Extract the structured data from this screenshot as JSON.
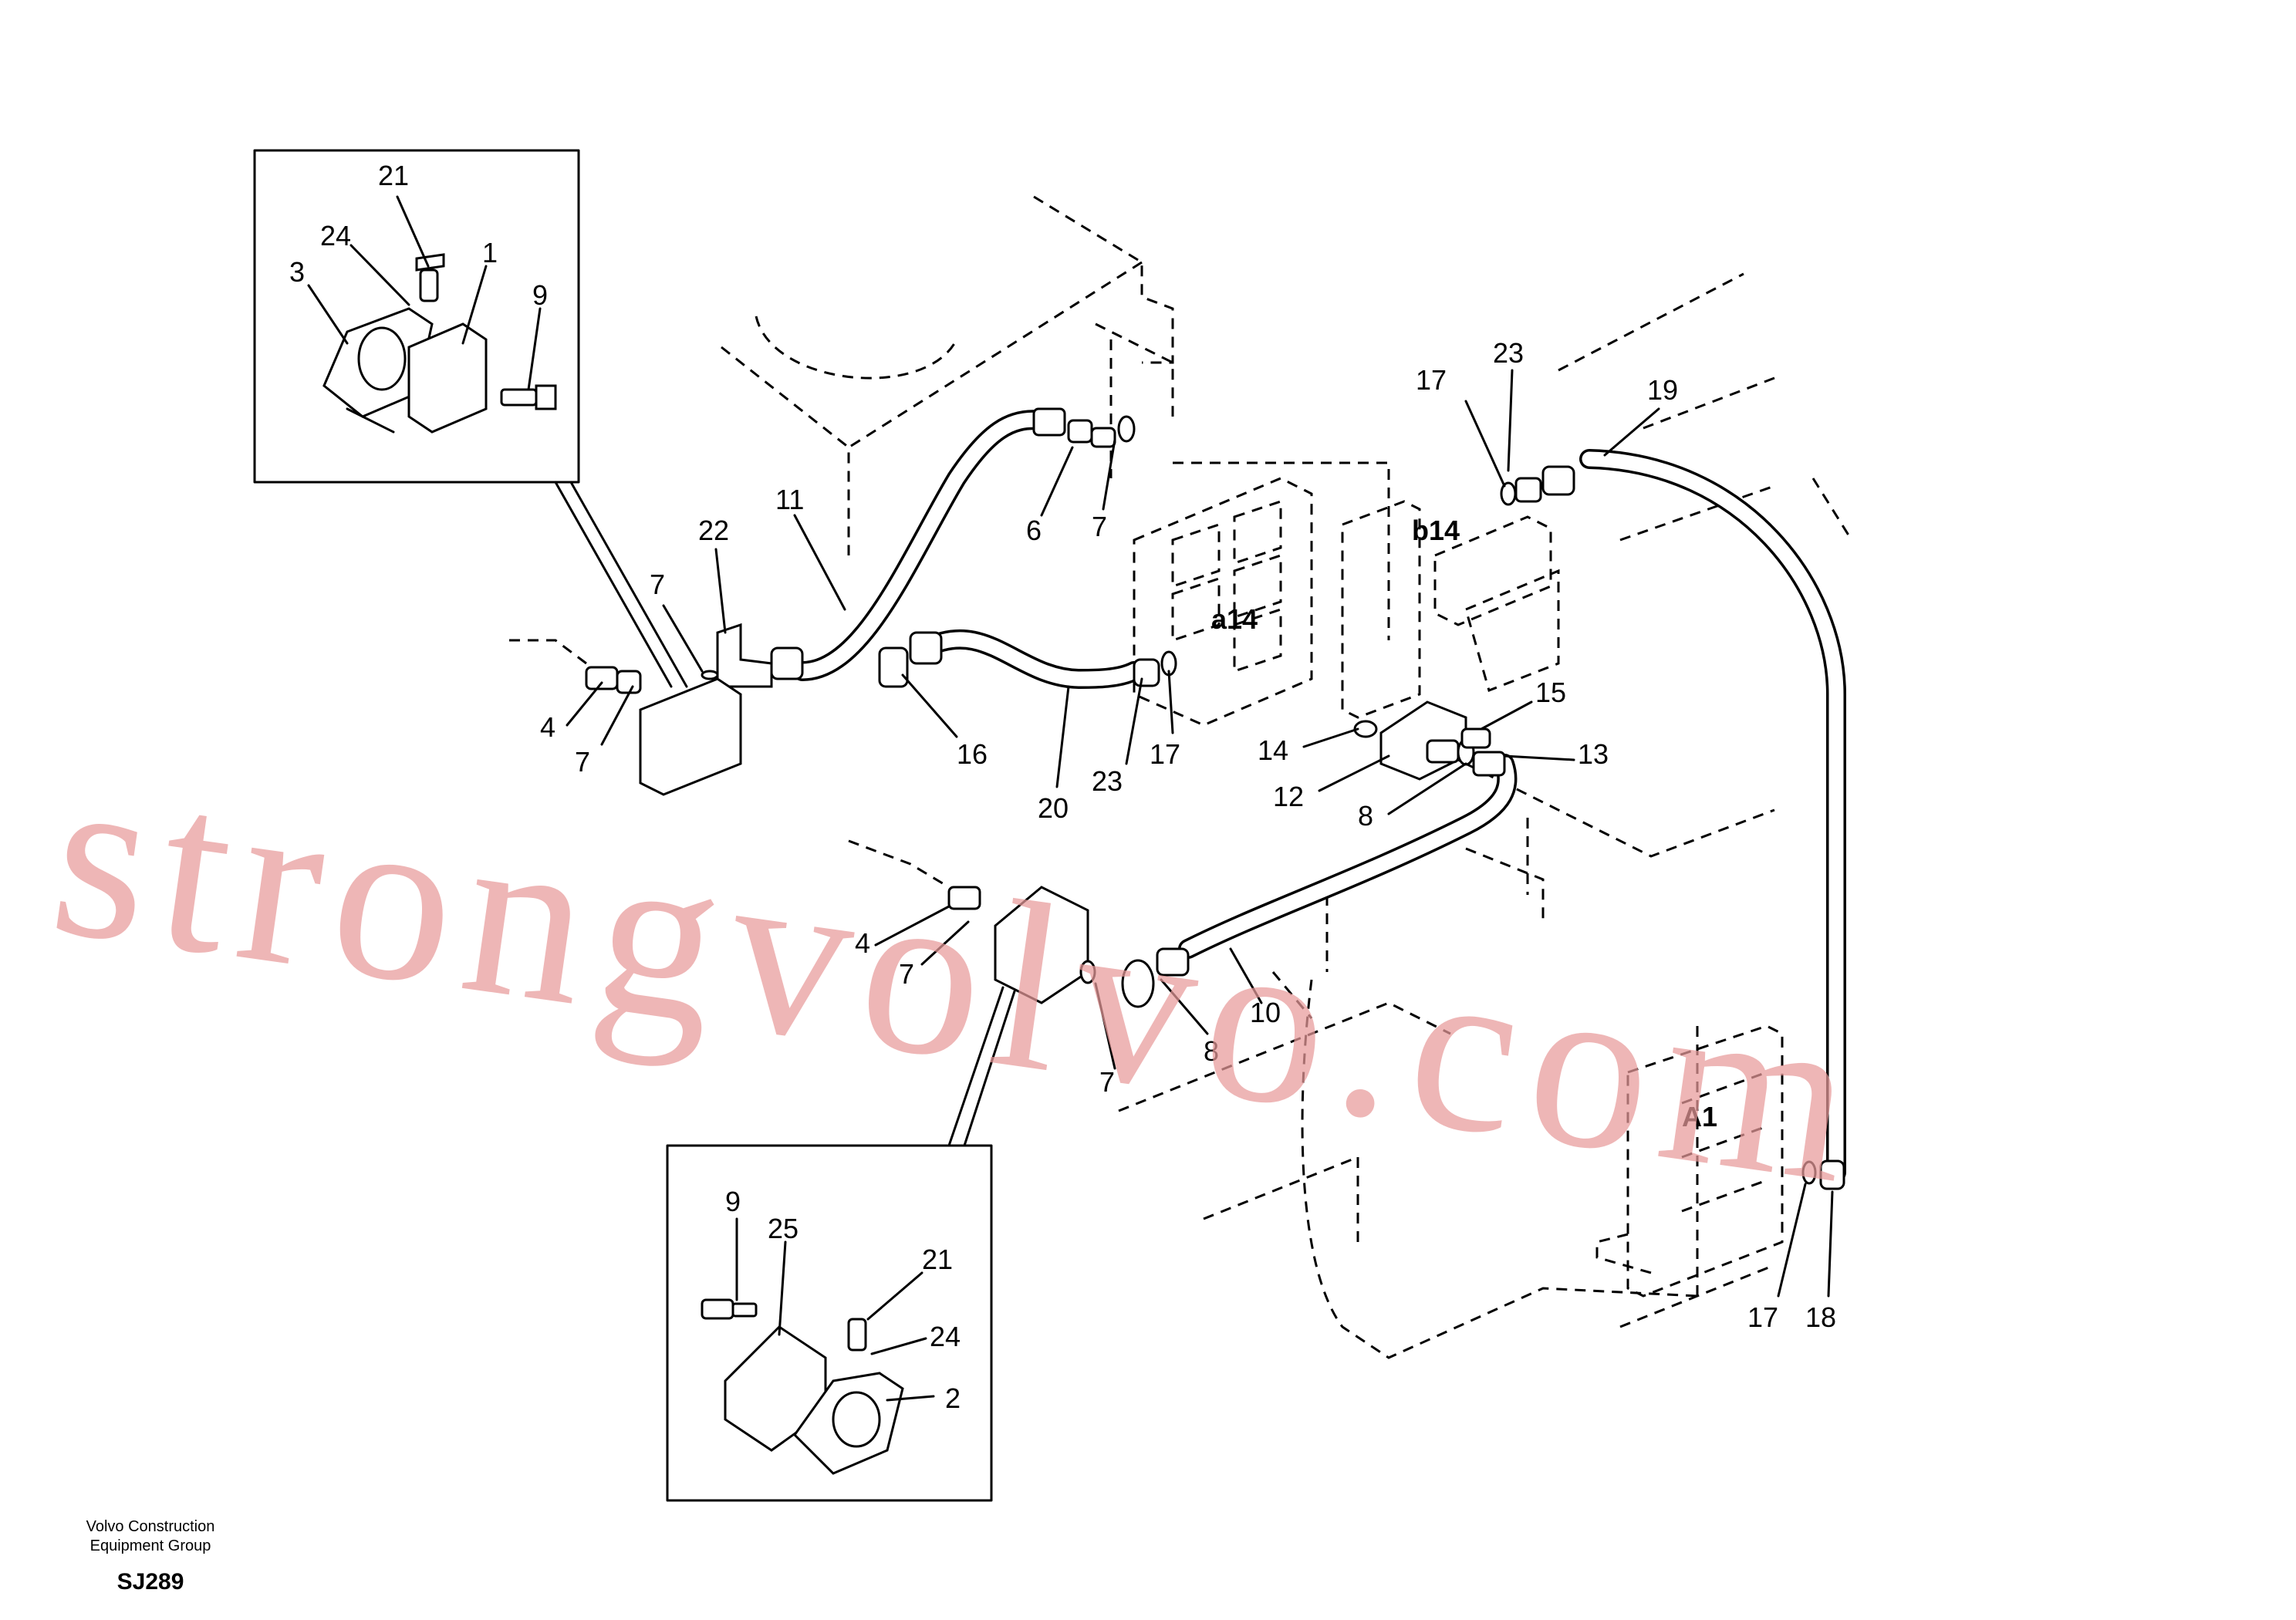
{
  "watermark": "strongvolvo.com",
  "footer": {
    "company_line1": "Volvo Construction",
    "company_line2": "Equipment Group",
    "drawing_code": "SJ289"
  },
  "inset_top": {
    "labels": [
      "21",
      "24",
      "1",
      "3",
      "9"
    ]
  },
  "inset_bottom": {
    "labels": [
      "9",
      "25",
      "21",
      "24",
      "2"
    ]
  },
  "main_labels": [
    "11",
    "22",
    "7",
    "4",
    "7",
    "16",
    "20",
    "23",
    "17",
    "6",
    "7",
    "17",
    "23",
    "19",
    "15",
    "14",
    "13",
    "12",
    "8",
    "4",
    "7",
    "10",
    "7",
    "8",
    "17",
    "18"
  ],
  "port_labels": [
    "b14",
    "a14",
    "A1"
  ]
}
